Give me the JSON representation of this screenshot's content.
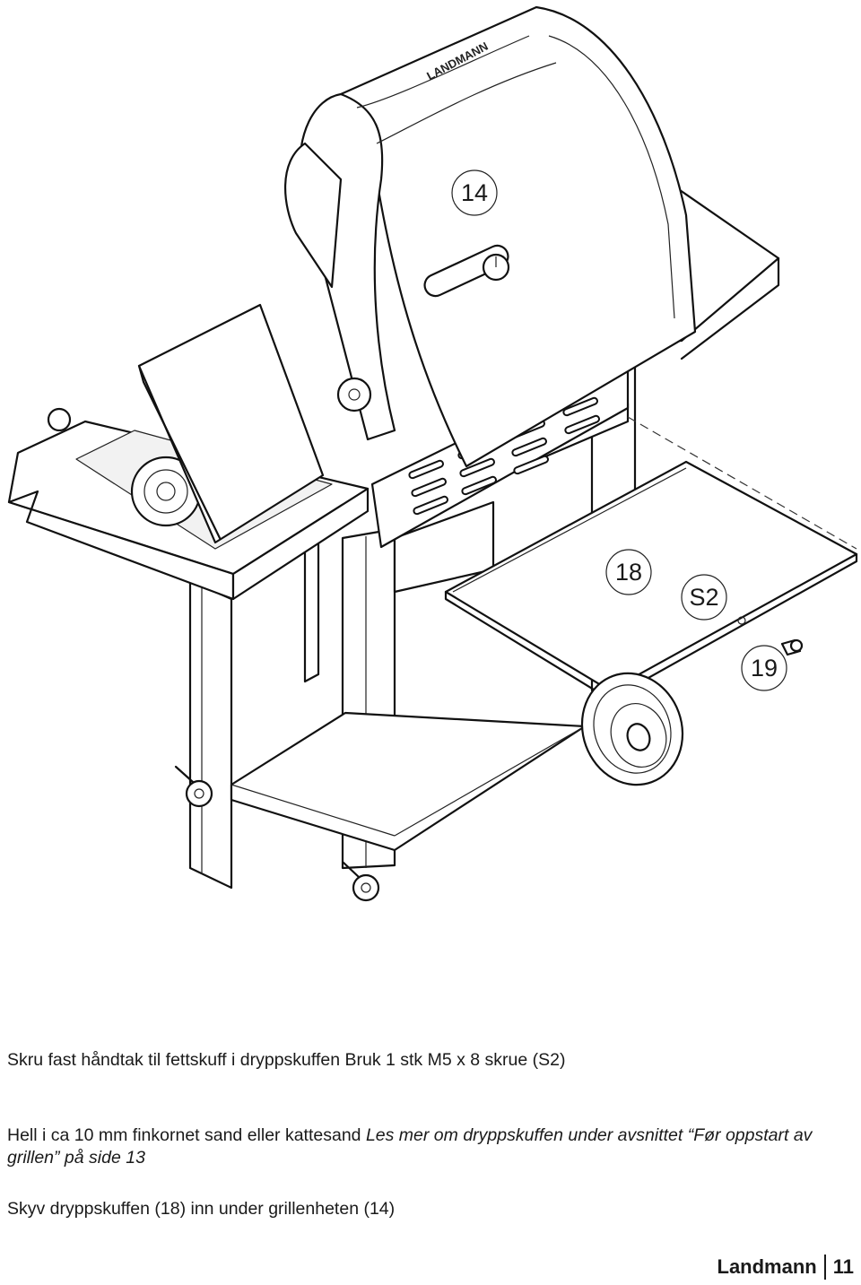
{
  "figure": {
    "callouts": {
      "hood": "14",
      "drip_tray": "18",
      "screw": "S2",
      "handle": "19"
    },
    "brand_mark": "LANDMANN"
  },
  "instructions": {
    "step1": "Skru fast håndtak til fettskuff i dryppskuffen Bruk 1 stk M5 x 8 skrue (S2)",
    "step2_main": "Hell i ca 10 mm finkornet sand eller kattesand",
    "step2_note": "Les mer om dryppskuffen under avsnittet “Før oppstart av grillen” på side 13",
    "step3": "Skyv dryppskuffen (18) inn under grillenheten (14)"
  },
  "footer": {
    "brand": "Landmann",
    "page_number": "11"
  }
}
